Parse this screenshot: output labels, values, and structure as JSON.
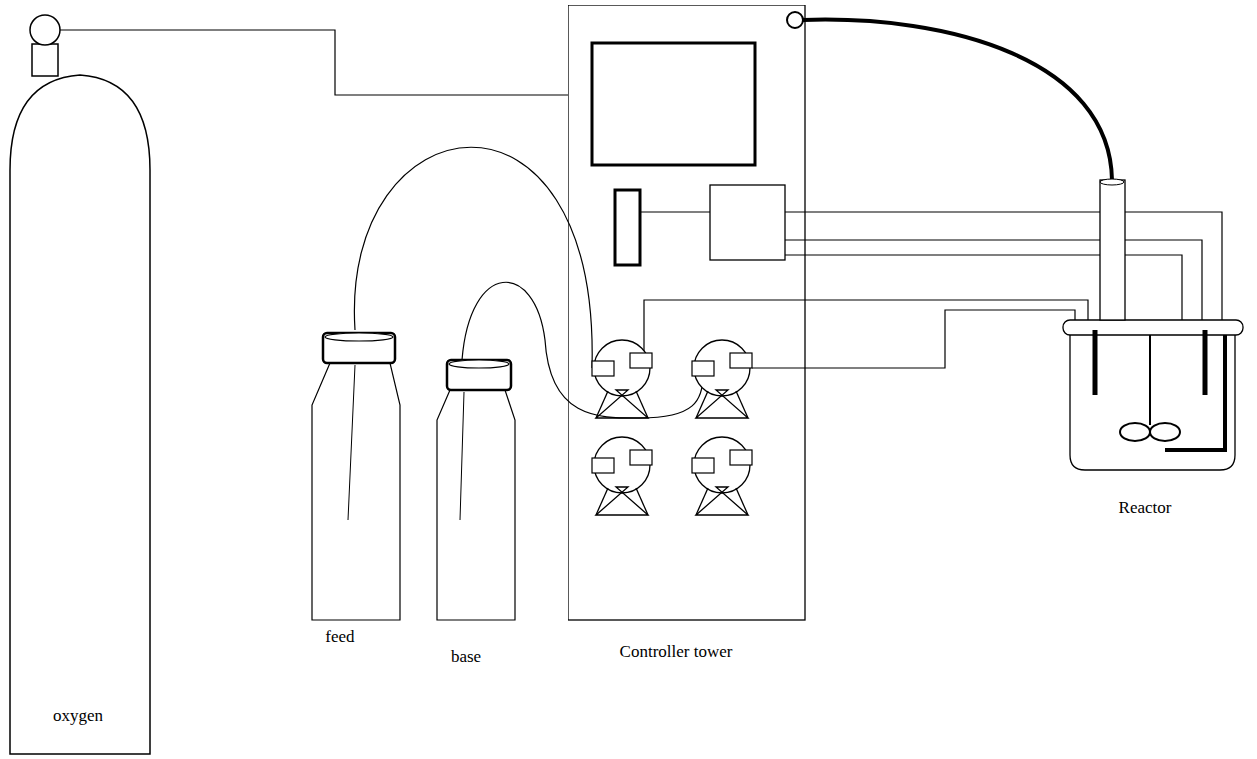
{
  "diagram": {
    "nodes": [
      {
        "text": [
          "oxygen"
        ]
      },
      {
        "text": [
          "feed"
        ]
      },
      {
        "text": [
          "base"
        ]
      },
      {
        "text": [
          "Controller tower"
        ]
      },
      {
        "text": [
          "Reactor"
        ]
      }
    ],
    "edges": [
      {
        "from": 0,
        "to": 3,
        "arrow": "none"
      },
      {
        "from": 1,
        "to": 3,
        "arrow": "none"
      },
      {
        "from": 2,
        "to": 3,
        "arrow": "none"
      },
      {
        "from": 3,
        "to": 4,
        "arrow": "none"
      }
    ]
  }
}
